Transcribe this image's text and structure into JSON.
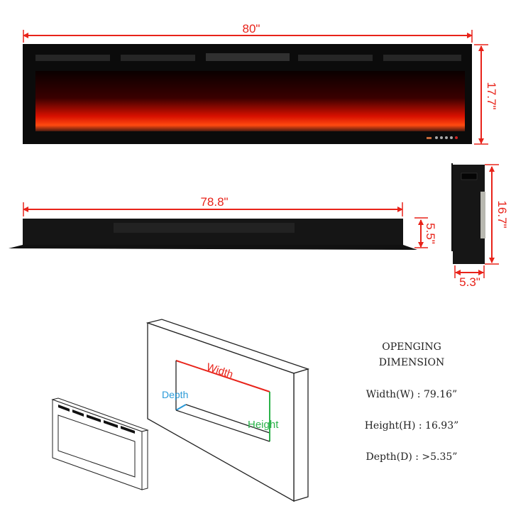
{
  "dimensions": {
    "front_width": "80\"",
    "front_height": "17.7\"",
    "top_width": "78.8\"",
    "top_depth": "5.5\"",
    "side_height": "16.7\"",
    "side_depth": "5.3\""
  },
  "diagram_labels": {
    "width": "Width",
    "depth": "Depth",
    "height": "Height"
  },
  "opening": {
    "title_line1": "OPENGING",
    "title_line2": "DIMENSION",
    "width": "Width(W) : 79.16”",
    "height": "Height(H) : 16.93”",
    "depth": "Depth(D) : >5.35”"
  },
  "colors": {
    "dimension": "#e8231a",
    "width_line": "#e8231a",
    "depth_line": "#2a9ad8",
    "height_line": "#2bb24a"
  }
}
